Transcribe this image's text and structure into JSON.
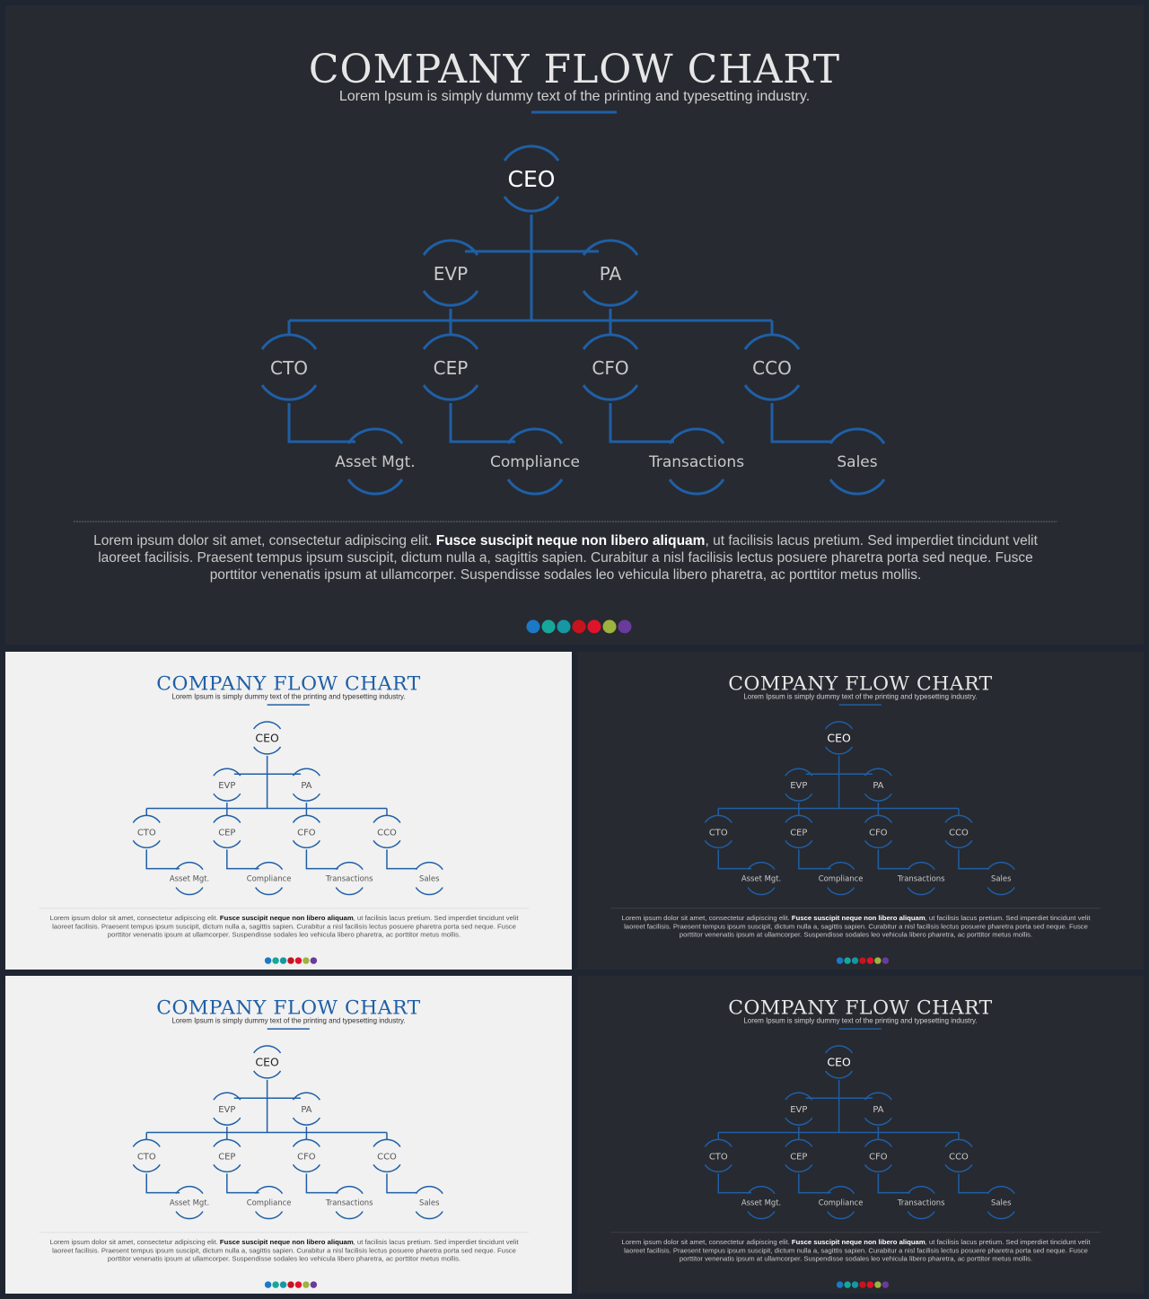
{
  "title": "COMPANY FLOW CHART",
  "subtitle": "Lorem Ipsum is simply dummy text of the printing and typesetting industry.",
  "nodes": {
    "ceo": "CEO",
    "evp": "EVP",
    "pa": "PA",
    "cto": "CTO",
    "cep": "CEP",
    "cfo": "CFO",
    "cco": "CCO",
    "asset": "Asset Mgt.",
    "compliance": "Compliance",
    "transactions": "Transactions",
    "sales": "Sales"
  },
  "body": {
    "line1_pre": "Lorem ipsum dolor sit amet, consectetur adipiscing elit. ",
    "line1_bold": "Fusce suscipit neque non libero aliquam",
    "line1_post": ", ut facilisis lacus pretium. Sed imperdiet tincidunt velit",
    "line2": "laoreet facilisis. Praesent tempus ipsum suscipit, dictum nulla a, sagittis sapien. Curabitur a nisl facilisis lectus posuere pharetra porta sed neque. Fusce",
    "line3": "porttitor venenatis ipsum at ullamcorper. Suspendisse sodales leo vehicula libero pharetra, ac porttitor metus mollis."
  },
  "colors": {
    "accent": "#1f5fa6",
    "dark_bg": "#272a30",
    "light_bg": "#f1f1f1",
    "dots": [
      "#1b79c6",
      "#16a79b",
      "#1597a5",
      "#c6141e",
      "#e0132a",
      "#9db33d",
      "#6a3a9c"
    ]
  },
  "variants": [
    {
      "theme": "dark"
    },
    {
      "theme": "light"
    },
    {
      "theme": "dark"
    },
    {
      "theme": "light"
    },
    {
      "theme": "dark"
    }
  ]
}
